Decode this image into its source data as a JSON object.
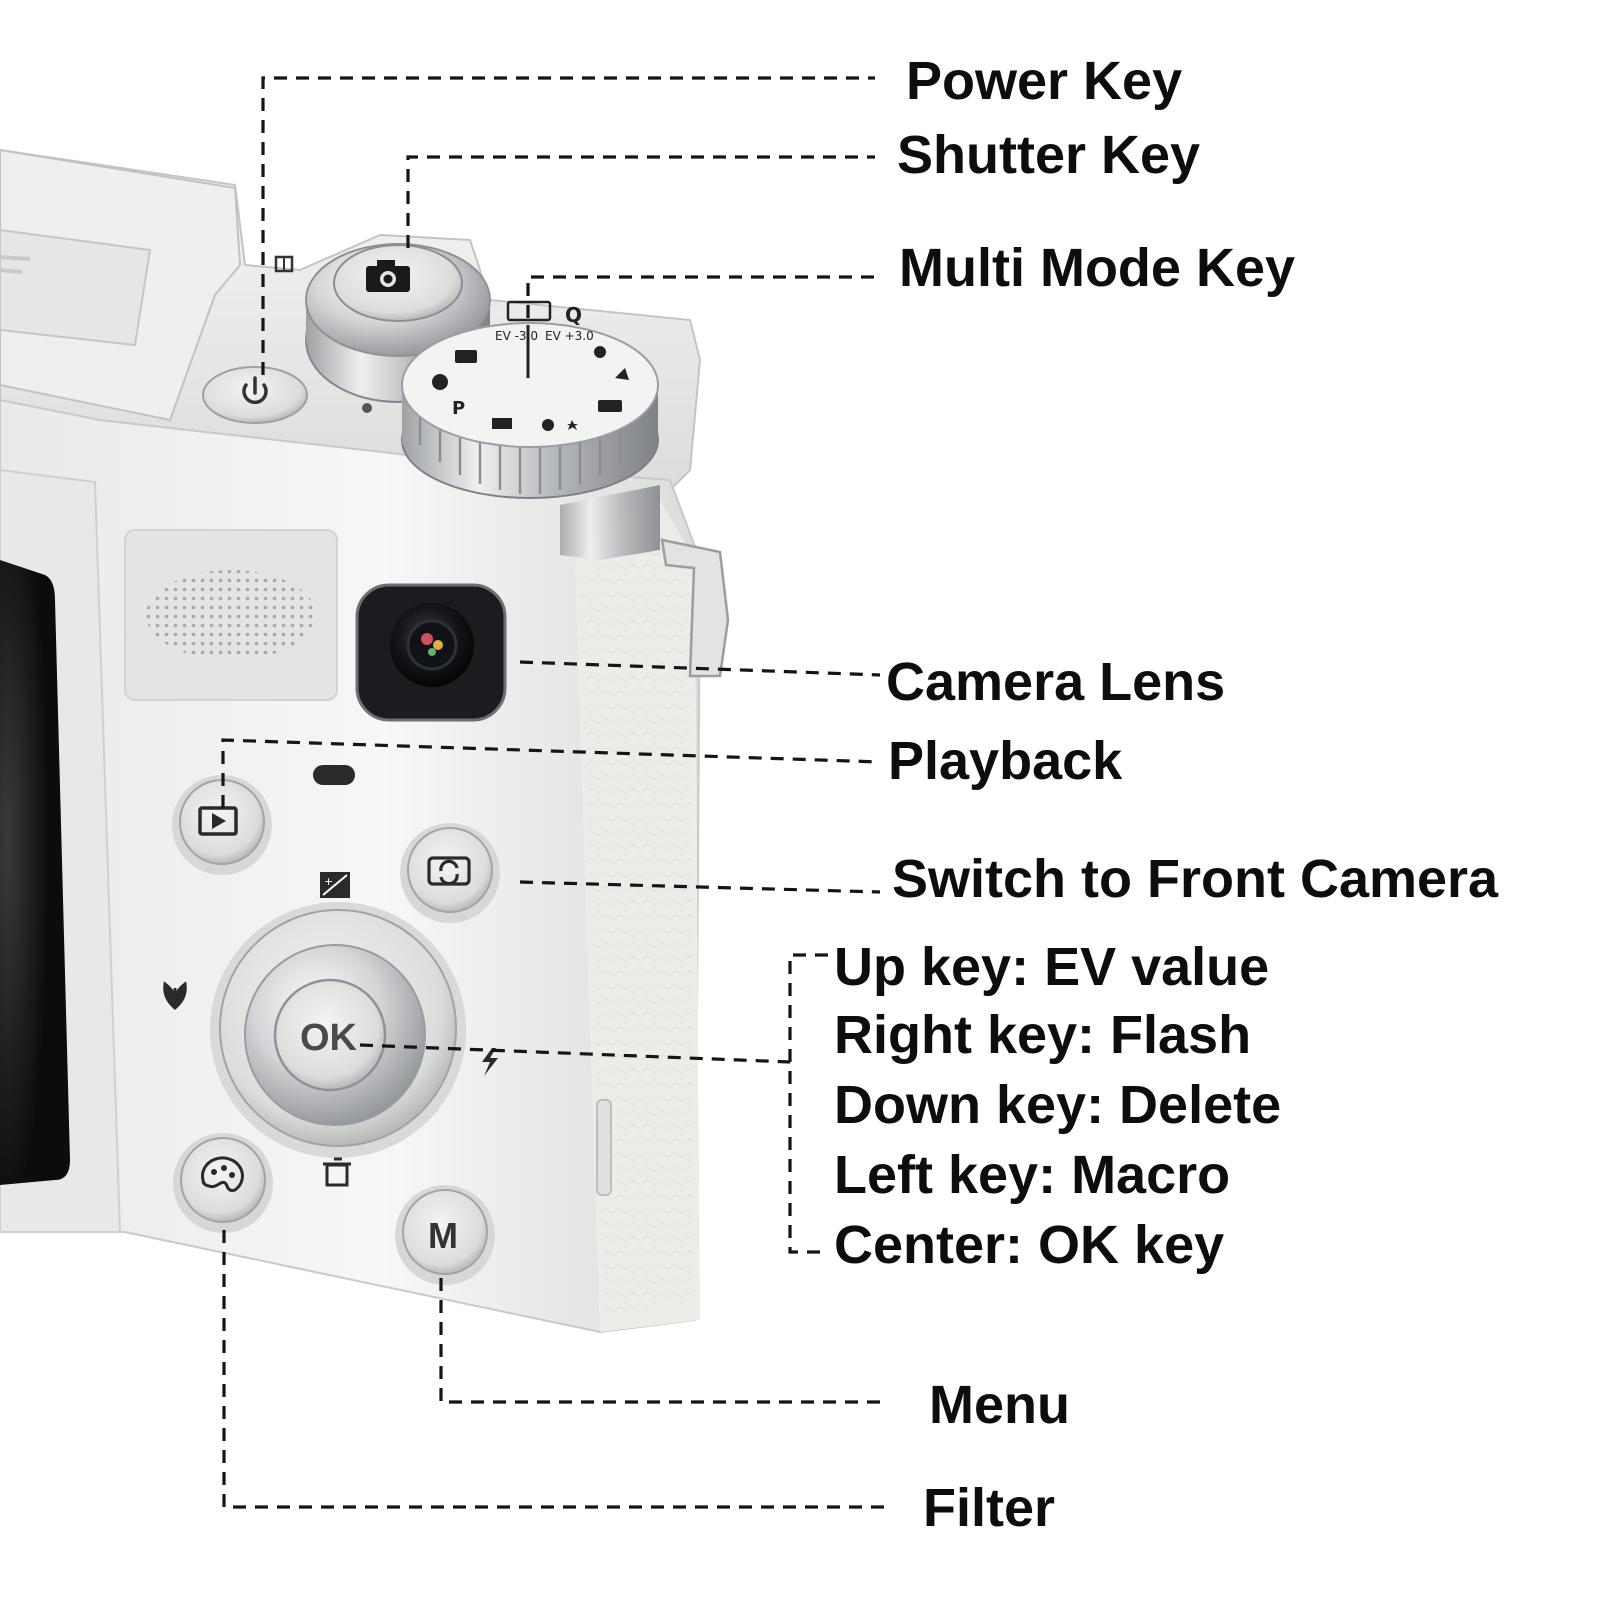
{
  "labels": {
    "power_key": "Power Key",
    "shutter_key": "Shutter Key",
    "multi_mode_key": "Multi Mode Key",
    "camera_lens": "Camera Lens",
    "playback": "Playback",
    "switch_front_camera": "Switch to Front Camera",
    "dpad": {
      "up": "Up key: EV value",
      "right": "Right key: Flash",
      "down": "Down key: Delete",
      "left": "Left key: Macro",
      "center": "Center: OK key"
    },
    "menu": "Menu",
    "filter": "Filter"
  },
  "camera_markings": {
    "ok_button": "OK",
    "menu_button": "M",
    "dial_ev_minus": "EV -3.0",
    "dial_ev_plus": "EV +3.0",
    "dial_p": "P",
    "dial_q": "Q"
  },
  "colors": {
    "camera_body": "#f3f3f1",
    "camera_shadow": "#c9cac8",
    "chrome": "#b9bcbf",
    "screen": "#0f0f0f",
    "text": "#0d0d0d"
  }
}
